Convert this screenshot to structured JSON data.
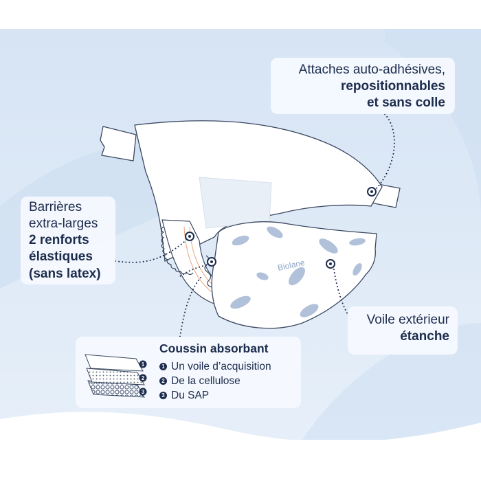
{
  "callouts": {
    "fasteners": {
      "line1": "Attaches auto-adhésives,",
      "line2": "repositionnables",
      "line3": "et sans colle"
    },
    "barriers": {
      "line1": "Barrières",
      "line2": "extra-larges",
      "line3": "2 renforts",
      "line4": "élastiques",
      "line5": "(sans latex)"
    },
    "outer_veil": {
      "line1": "Voile extérieur",
      "line2": "étanche"
    },
    "cushion": {
      "title": "Coussin absorbant",
      "items": [
        {
          "num": "1",
          "label": "Un voile d’acquisition"
        },
        {
          "num": "2",
          "label": "De la cellulose"
        },
        {
          "num": "3",
          "label": "Du SAP"
        }
      ]
    }
  },
  "brand_print": "Biolane",
  "layer_numbers": [
    "1",
    "2",
    "3"
  ],
  "colors": {
    "background": "#dde9f6",
    "wave": "#c4d8ee",
    "text": "#1c2c4c",
    "print": "#8fa6c8"
  }
}
